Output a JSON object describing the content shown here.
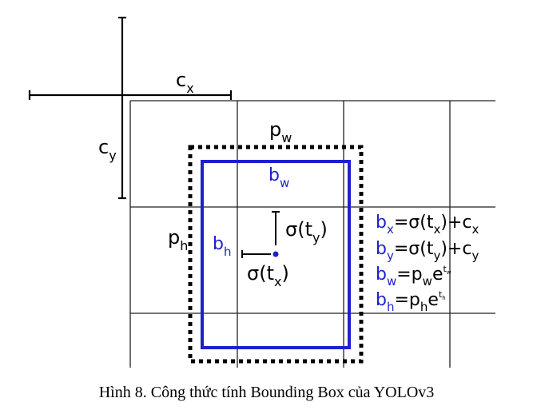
{
  "colors": {
    "ink": "#000000",
    "accent": "#1f1fd0",
    "grid": "#222222"
  },
  "labels": {
    "cx": {
      "base": "c",
      "sub": "x"
    },
    "cy": {
      "base": "c",
      "sub": "y"
    },
    "pw": {
      "base": "p",
      "sub": "w"
    },
    "ph": {
      "base": "p",
      "sub": "h"
    },
    "bw": {
      "base": "b",
      "sub": "w"
    },
    "bh": {
      "base": "b",
      "sub": "h"
    },
    "sigma_ty": "σ(t",
    "sigma_ty_sub": "y",
    "sigma_tx": "σ(t",
    "sigma_tx_sub": "x",
    "close_paren": ")"
  },
  "equations": [
    {
      "lhs": "b",
      "lhs_sub": "x",
      "rhs": "=σ(t",
      "rhs_sub1": "x",
      "rhs_mid": ")+c",
      "rhs_sub2": "x"
    },
    {
      "lhs": "b",
      "lhs_sub": "y",
      "rhs": "=σ(t",
      "rhs_sub1": "y",
      "rhs_mid": ")+c",
      "rhs_sub2": "y"
    },
    {
      "lhs": "b",
      "lhs_sub": "w",
      "rhs": "=p",
      "rhs_sub1": "w",
      "rhs_mid": "e",
      "rhs_sup": "t",
      "rhs_sup_sub": "w"
    },
    {
      "lhs": "b",
      "lhs_sub": "h",
      "rhs": "=p",
      "rhs_sub1": "h",
      "rhs_mid": "e",
      "rhs_sup": "t",
      "rhs_sup_sub": "h"
    }
  ],
  "caption": "Hình 8. Công thức tính Bounding Box của YOLOv3"
}
